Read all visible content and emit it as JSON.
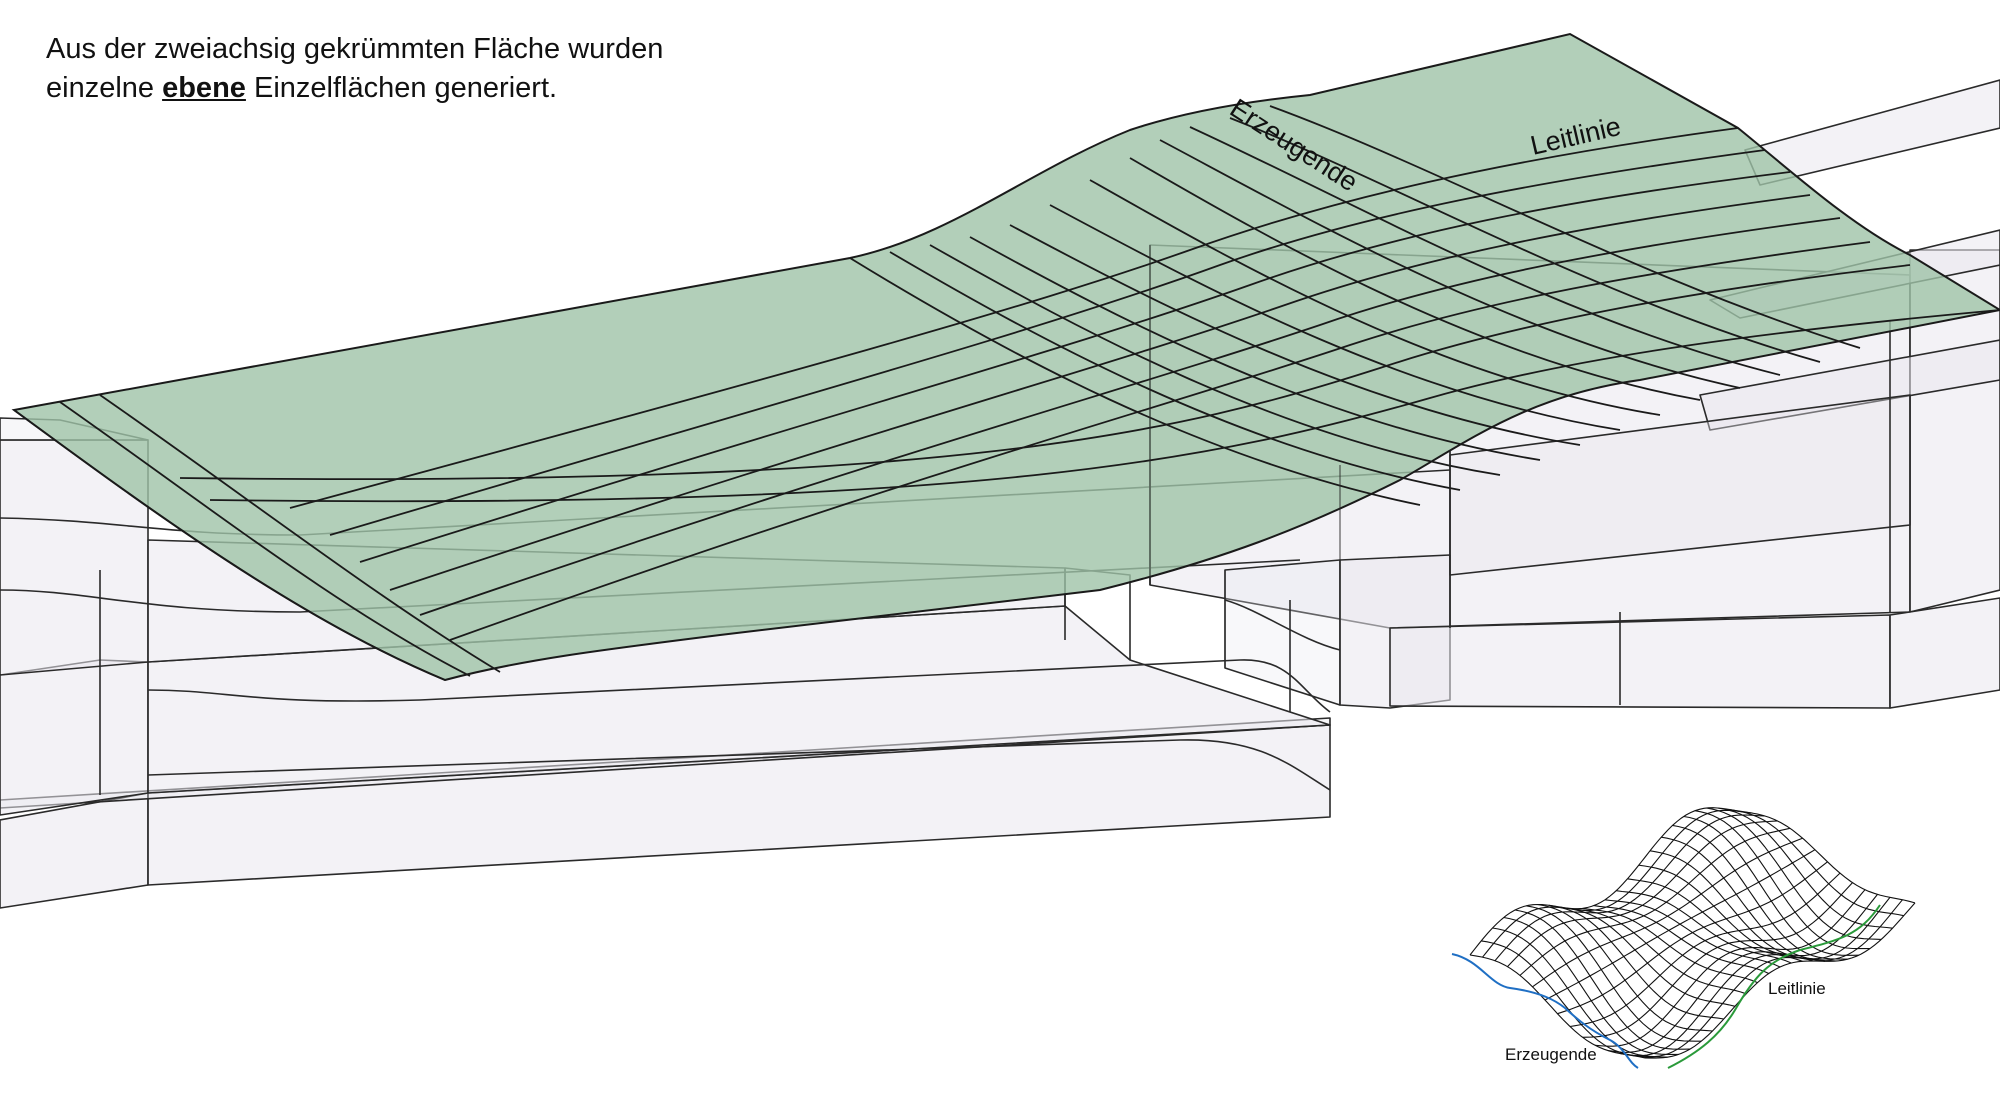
{
  "caption": {
    "line1": "Aus der zweiachsig gekrümmten Fläche wurden",
    "line2_prefix": "einzelne",
    "line2_emphasis": "ebene",
    "line2_suffix": "Einzelflächen generiert."
  },
  "main_labels": {
    "generatrix": "Erzeugende",
    "guide_line": "Leitlinie"
  },
  "inset_labels": {
    "generatrix": "Erzeugende",
    "guide_line": "Leitlinie"
  },
  "colors": {
    "surface_fill": "#9fc3a7",
    "surface_stroke": "#1a1a1a",
    "base_fill": "#e9e7ee",
    "base_stroke": "#2a2a2a",
    "inset_generatrix_curve": "#1f6fc4",
    "inset_guide_curve": "#2a9a3a",
    "text": "#111111"
  }
}
